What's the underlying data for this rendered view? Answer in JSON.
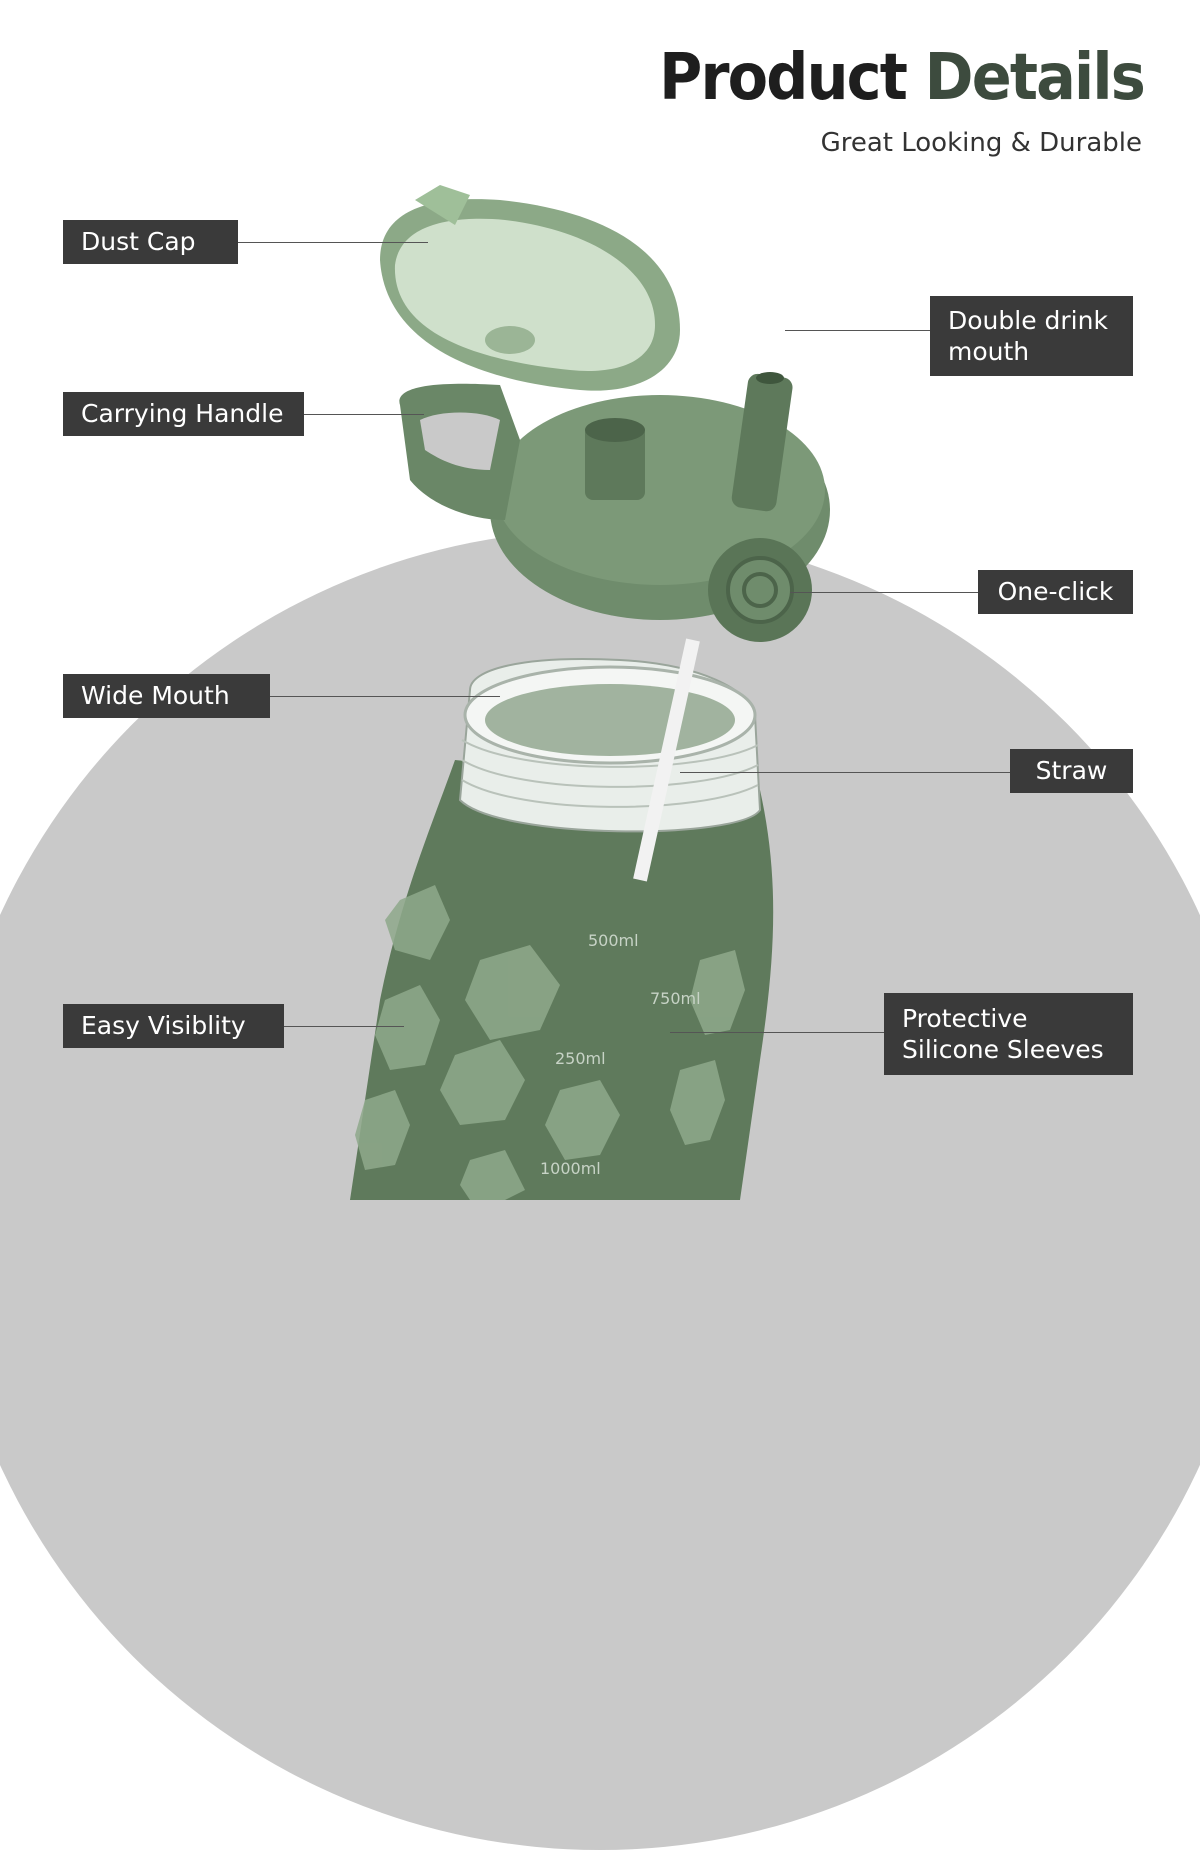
{
  "header": {
    "title_word1": "Product",
    "title_word2": "Details",
    "subtitle": "Great Looking & Durable"
  },
  "labels": {
    "dust_cap": "Dust Cap",
    "carrying_handle": "Carrying Handle",
    "wide_mouth": "Wide Mouth",
    "easy_visibility": "Easy Visiblity",
    "double_drink_mouth_line1": "Double drink",
    "double_drink_mouth_line2": "mouth",
    "one_click": "One-click",
    "straw": "Straw",
    "protective_line1": "Protective",
    "protective_line2": "Silicone Sleeves"
  },
  "bottle_markings": [
    "500ml",
    "750ml",
    "250ml",
    "1000ml"
  ],
  "colors": {
    "bottle_green": "#5f7a5c",
    "lid_green": "#6f8c6c",
    "cap_green": "#7fa07a",
    "label_bg": "#3a3a3a",
    "bg_circle": "#c9c9c9"
  }
}
